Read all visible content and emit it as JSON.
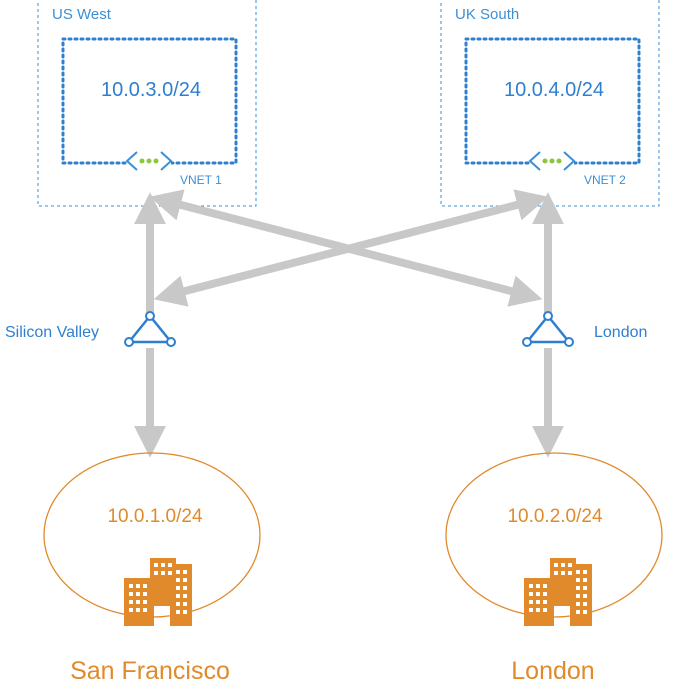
{
  "regions": [
    {
      "name": "US West",
      "subnet": "10.0.3.0/24",
      "vnet": "VNET 1"
    },
    {
      "name": "UK South",
      "subnet": "10.0.4.0/24",
      "vnet": "VNET 2"
    }
  ],
  "gateways": [
    {
      "name": "Silicon Valley",
      "icon": "gateway-triangle-icon"
    },
    {
      "name": "London",
      "icon": "gateway-triangle-icon"
    }
  ],
  "sites": [
    {
      "subnet": "10.0.1.0/24",
      "city": "San Francisco",
      "icon": "building-icon"
    },
    {
      "subnet": "10.0.2.0/24",
      "city": "London",
      "icon": "building-icon"
    }
  ],
  "colors": {
    "azure_blue": "#3b8fd6",
    "vnet_dotted": "#2f7fcf",
    "connector_gray": "#c8c8c8",
    "onprem_orange": "#e08a2c",
    "peering_green": "#8cc63f"
  }
}
